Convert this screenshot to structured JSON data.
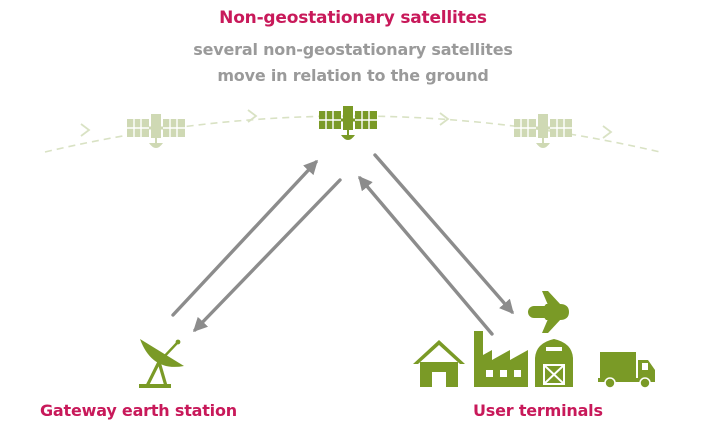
{
  "header": {
    "title": "Non-geostationary satellites",
    "subtitle_line1": "several non-geostationary satellites",
    "subtitle_line2": "move in relation to the ground"
  },
  "nodes": {
    "gateway_label": "Gateway earth station",
    "users_label": "User terminals"
  },
  "icons": {
    "satellite": "satellite-icon",
    "dish": "satellite-dish-icon",
    "house": "house-icon",
    "factory": "factory-icon",
    "barn": "barn-icon",
    "truck": "truck-icon",
    "plane": "airplane-icon"
  },
  "colors": {
    "title": "#c8195a",
    "subtitle": "#9a9a9a",
    "icon_green": "#7a9a26",
    "faded_green": "#cfd9b4",
    "arrow_gray": "#8c8c8c",
    "orbit": "#d9e2c4"
  }
}
